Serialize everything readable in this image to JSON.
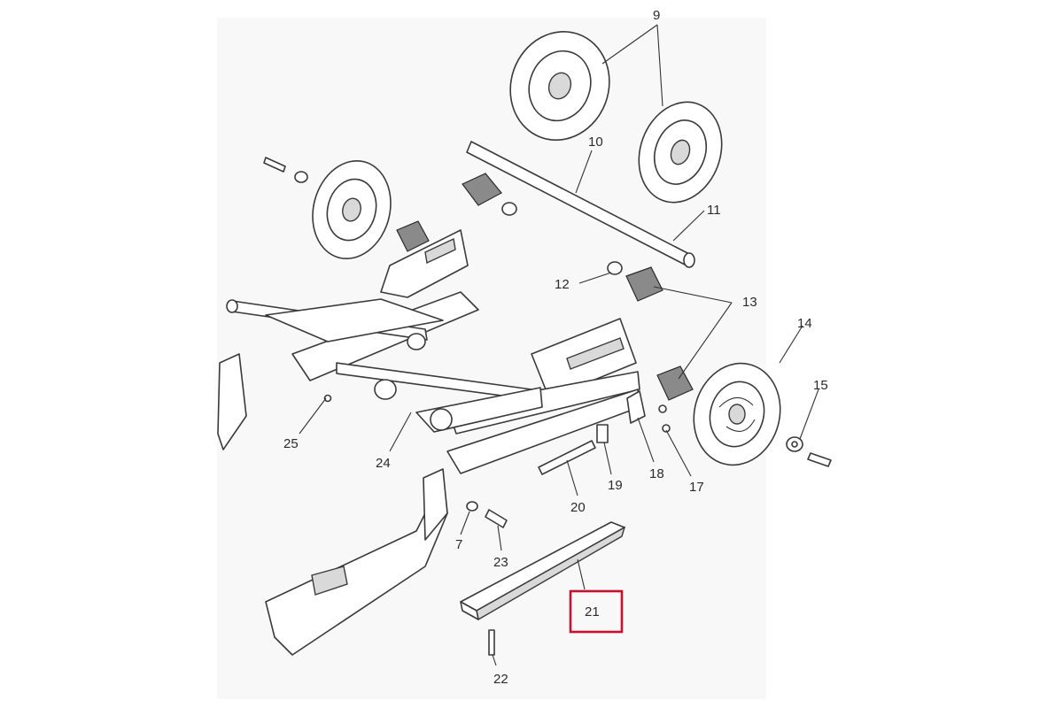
{
  "callouts": [
    "9",
    "10",
    "11",
    "12",
    "13",
    "14",
    "15",
    "17",
    "18",
    "19",
    "20",
    "21",
    "22",
    "23",
    "24",
    "25",
    "7"
  ],
  "highlight": {
    "part": "21",
    "color": "#c8102e"
  }
}
